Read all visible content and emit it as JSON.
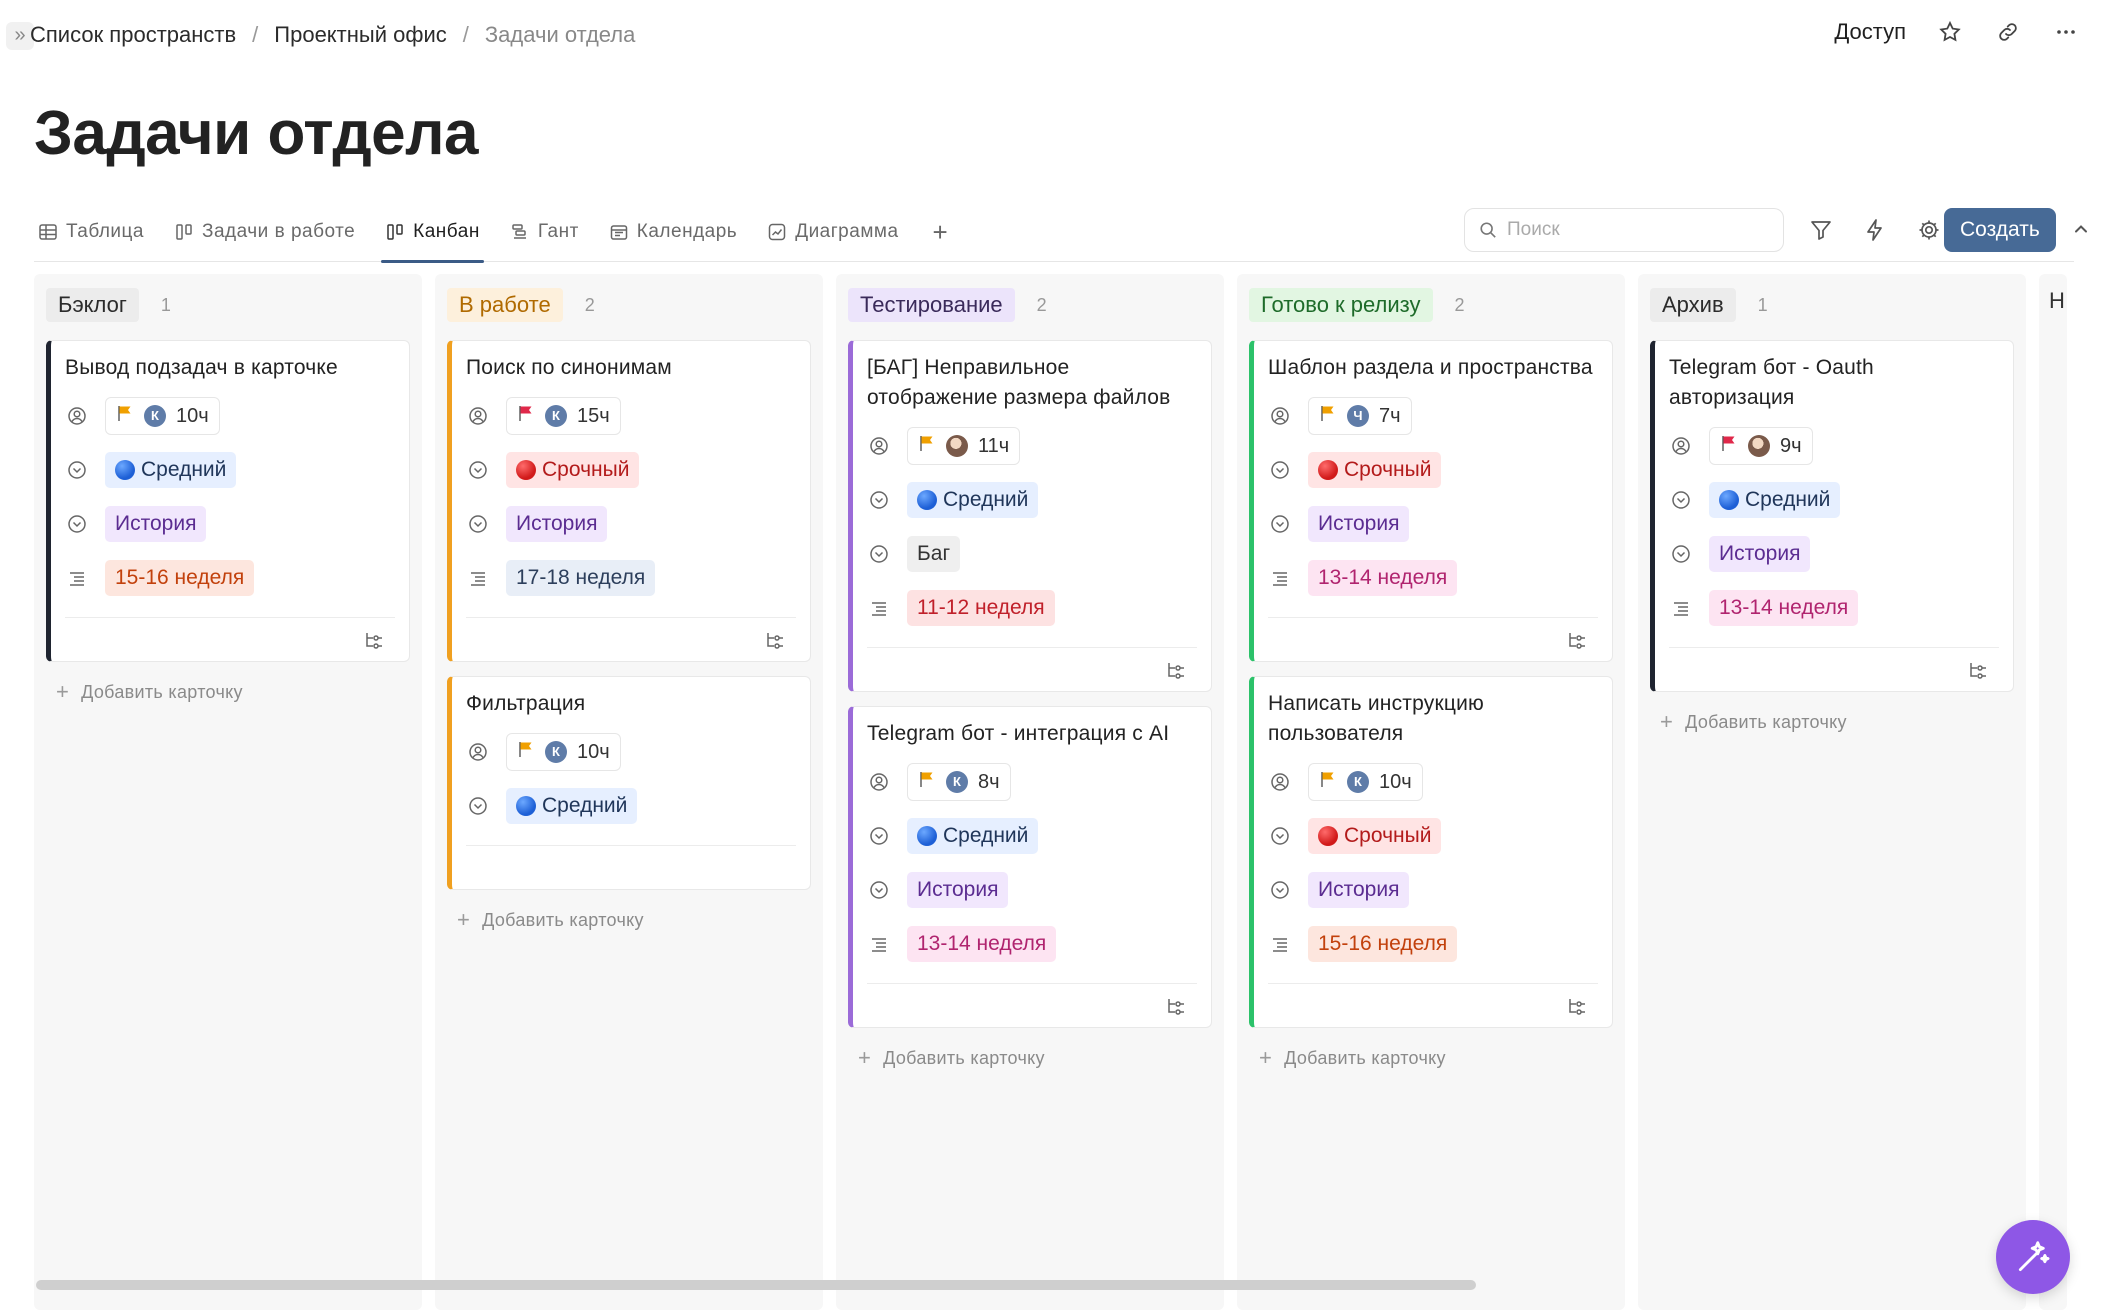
{
  "breadcrumb": {
    "items": [
      "Список пространств",
      "Проектный офис",
      "Задачи отдела"
    ],
    "separator": "/"
  },
  "top_actions": {
    "access_label": "Доступ"
  },
  "page": {
    "title": "Задачи отдела"
  },
  "views": {
    "tabs": [
      {
        "label": "Таблица",
        "icon": "table-icon"
      },
      {
        "label": "Задачи в работе",
        "icon": "board-icon"
      },
      {
        "label": "Канбан",
        "icon": "board-icon",
        "active": true
      },
      {
        "label": "Гант",
        "icon": "gantt-icon"
      },
      {
        "label": "Календарь",
        "icon": "calendar-icon"
      },
      {
        "label": "Диаграмма",
        "icon": "chart-icon"
      }
    ],
    "add_label": "+"
  },
  "search": {
    "placeholder": "Поиск"
  },
  "toolbar": {
    "create_label": "Создать"
  },
  "board": {
    "add_card_label": "Добавить карточку",
    "columns": [
      {
        "name": "Бэклог",
        "count": "1",
        "chip_bg": "#ececec",
        "chip_fg": "#2b2b2b",
        "accent": "#1f2430",
        "cards": [
          {
            "title": "Вывод подзадач в карточке",
            "flag": "#f0a000",
            "avatar": "К",
            "hours": "10ч",
            "priority": {
              "label": "Средний",
              "color": "blue"
            },
            "type": "История",
            "week": {
              "label": "15-16 неделя",
              "style": "orange"
            }
          }
        ]
      },
      {
        "name": "В работе",
        "count": "2",
        "chip_bg": "#fdf0dc",
        "chip_fg": "#b06a00",
        "accent": "#f0a020",
        "cards": [
          {
            "title": "Поиск по синонимам",
            "flag": "#e0284a",
            "avatar": "К",
            "hours": "15ч",
            "priority": {
              "label": "Срочный",
              "color": "red"
            },
            "type": "История",
            "week": {
              "label": "17-18 неделя",
              "style": "blue"
            }
          },
          {
            "title": "Фильтрация",
            "flag": "#f0a000",
            "avatar": "К",
            "hours": "10ч",
            "priority": {
              "label": "Средний",
              "color": "blue"
            }
          }
        ]
      },
      {
        "name": "Тестирование",
        "count": "2",
        "chip_bg": "#ece4fb",
        "chip_fg": "#3a2a5a",
        "accent": "#9b6bd8",
        "cards": [
          {
            "title": "[БАГ] Неправильное отображение размера файлов",
            "flag": "#f0a000",
            "avatar": "photo",
            "hours": "11ч",
            "priority": {
              "label": "Средний",
              "color": "blue"
            },
            "type": "Баг",
            "type_style": "gray",
            "week": {
              "label": "11-12 неделя",
              "style": "red"
            }
          },
          {
            "title": "Telegram бот - интеграция с AI",
            "flag": "#f0a000",
            "avatar": "К",
            "hours": "8ч",
            "priority": {
              "label": "Средний",
              "color": "blue"
            },
            "type": "История",
            "week": {
              "label": "13-14 неделя",
              "style": "pink"
            }
          }
        ]
      },
      {
        "name": "Готово к релизу",
        "count": "2",
        "chip_bg": "#e2f6e2",
        "chip_fg": "#1e6b2a",
        "accent": "#2cc26a",
        "cards": [
          {
            "title": "Шаблон раздела и пространства",
            "flag": "#f0a000",
            "avatar": "Ч",
            "hours": "7ч",
            "priority": {
              "label": "Срочный",
              "color": "red"
            },
            "type": "История",
            "week": {
              "label": "13-14 неделя",
              "style": "pink"
            }
          },
          {
            "title": "Написать инструкцию пользователя",
            "flag": "#f0a000",
            "avatar": "К",
            "hours": "10ч",
            "priority": {
              "label": "Срочный",
              "color": "red"
            },
            "type": "История",
            "week": {
              "label": "15-16 неделя",
              "style": "orange"
            }
          }
        ]
      },
      {
        "name": "Архив",
        "count": "1",
        "chip_bg": "#ececec",
        "chip_fg": "#2b2b2b",
        "accent": "#1f2430",
        "cards": [
          {
            "title": "Telegram бот - Oauth авторизация",
            "flag": "#e0284a",
            "avatar": "photo",
            "hours": "9ч",
            "priority": {
              "label": "Средний",
              "color": "blue"
            },
            "type": "История",
            "week": {
              "label": "13-14 неделя",
              "style": "pink"
            }
          }
        ]
      }
    ],
    "partial_column_letter": "Н"
  },
  "colors": {
    "accent": "#476a96",
    "fab": "#8e57e6"
  }
}
